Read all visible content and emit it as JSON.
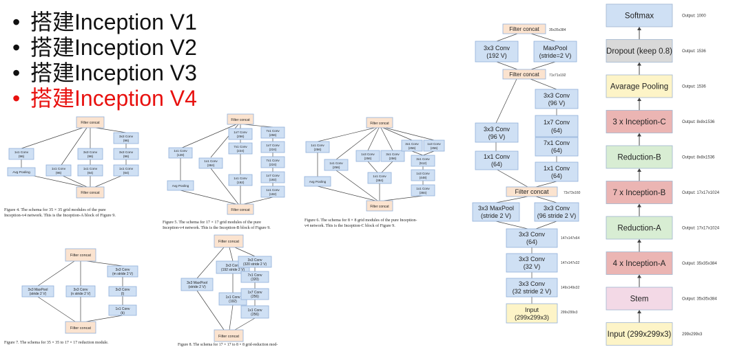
{
  "bullets": [
    {
      "text": "搭建Inception V1",
      "active": false
    },
    {
      "text": "搭建Inception V2",
      "active": false
    },
    {
      "text": "搭建Inception V3",
      "active": false
    },
    {
      "text": "搭建Inception V4",
      "active": true
    }
  ],
  "fig4": {
    "filter_concat_top": "Filter concat",
    "conv1x1_96": [
      "1x1 Conv",
      "(96)"
    ],
    "avg_pool": "Avg Pooling",
    "conv1x1_96b": [
      "1x1 Conv",
      "(96)"
    ],
    "conv3x3_96": [
      "3x3 Conv",
      "(96)"
    ],
    "conv1x1_64a": [
      "1x1 Conv",
      "(64)"
    ],
    "conv3x3_96c": [
      "3x3 Conv",
      "(96)"
    ],
    "conv3x3_96d": [
      "3x3 Conv",
      "(96)"
    ],
    "conv1x1_64b": [
      "1x1 Conv",
      "(64)"
    ],
    "filter_concat_bottom": "Filter concat",
    "caption": [
      "Figure 4. The schema for 35 × 35 grid modules of the pure",
      "Inception-v4 network. This is the Inception-A block of Figure 9."
    ]
  },
  "fig5": {
    "filter_concat_top": "Filter concat",
    "c1": [
      "1x1 Conv",
      "(128)"
    ],
    "avg": "Avg Pooling",
    "c2": [
      "1x1 Conv",
      "(384)"
    ],
    "c3a": [
      "1x7 Conv",
      "(256)"
    ],
    "c3b": [
      "7x1 Conv",
      "(224)"
    ],
    "c3c": [
      "1x1 Conv",
      "(192)"
    ],
    "c4a": [
      "7x1 Conv",
      "(256)"
    ],
    "c4b": [
      "1x7 Conv",
      "(224)"
    ],
    "c4c": [
      "7x1 Conv",
      "(224)"
    ],
    "c4d": [
      "1x7 Conv",
      "(192)"
    ],
    "c4e": [
      "1x1 Conv",
      "(192)"
    ],
    "filter_concat_bottom": "Filter concat",
    "caption": [
      "Figure 5. The schema for 17 × 17 grid modules of the pure",
      "Inception-v4 network. This is the Inception-B block of Figure 9."
    ]
  },
  "fig6": {
    "filter_concat_top": "Filter concat",
    "c1": [
      "1x1 Conv",
      "(256)"
    ],
    "avg": "Avg Pooling",
    "c2": [
      "1x1 Conv",
      "(256)"
    ],
    "c3a": [
      "1x3 Conv",
      "(256)"
    ],
    "c3b": [
      "3x1 Conv",
      "(256)"
    ],
    "c3c": [
      "1x1 Conv",
      "(384)"
    ],
    "c4a": [
      "3x1 Conv",
      "(256)"
    ],
    "c4b": [
      "1x3 Conv",
      "(256)"
    ],
    "c4c": [
      "3x1 Conv",
      "(512)"
    ],
    "c4d": [
      "1x3 Conv",
      "(448)"
    ],
    "c4e": [
      "1x1 Conv",
      "(384)"
    ],
    "filter_concat_bottom": "Filter concat",
    "caption": [
      "Figure 6. The schema for 8 × 8 grid modules of the pure Inception-",
      "v4 network. This is the Inception-C block of Figure 9."
    ]
  },
  "fig7": {
    "filter_concat_top": "Filter concat",
    "maxpool": [
      "3x3 MaxPool",
      "(stride 2 V)"
    ],
    "conv_n": [
      "3x3 Conv",
      "(n stride 2 V)"
    ],
    "conv_m": [
      "3x3 Conv",
      "(m stride 2 V)"
    ],
    "conv_l": [
      "3x3 Conv",
      "(l)"
    ],
    "conv_k": [
      "1x1 Conv",
      "(k)"
    ],
    "filter_concat_bottom": "Filter concat",
    "caption": "Figure 7. The schema for 35 × 35 to 17 × 17 reduction module."
  },
  "fig8": {
    "filter_concat_top": "Filter concat",
    "maxpool": [
      "3x3 MaxPool",
      "(stride 2 V)"
    ],
    "c2a": [
      "3x3 Conv",
      "(192 stride 2 V)"
    ],
    "c2b": [
      "1x1 Conv",
      "(192)"
    ],
    "c3a": [
      "3x3 Conv",
      "(320 stride 2 V)"
    ],
    "c3b": [
      "7x1 Conv",
      "(320)"
    ],
    "c3c": [
      "1x7 Conv",
      "(256)"
    ],
    "c3d": [
      "1x1 Conv",
      "(256)"
    ],
    "filter_concat_bottom": "Filter concat",
    "caption": "Figure 8. The schema for 17 × 17 to 8 × 8 grid-reduction mod-"
  },
  "stem": {
    "fc1": "Filter concat",
    "fc1_size": "35x35x384",
    "c_192v": [
      "3x3 Conv",
      "(192 V)"
    ],
    "maxpool_s2": [
      "MaxPool",
      "(stride=2 V)"
    ],
    "fc2": "Filter concat",
    "fc2_size": "71x71x192",
    "l_3x3_96v": [
      "3x3 Conv",
      "(96 V)"
    ],
    "l_1x1_64": [
      "1x1 Conv",
      "(64)"
    ],
    "r_3x3_96v": [
      "3x3 Conv",
      "(96 V)"
    ],
    "r_1x7_64": [
      "1x7 Conv",
      "(64)"
    ],
    "r_7x1_64": [
      "7x1 Conv",
      "(64)"
    ],
    "r_1x1_64": [
      "1x1 Conv",
      "(64)"
    ],
    "fc3": "Filter concat",
    "fc3_size": "73x73x160",
    "maxpool_s2v": [
      "3x3 MaxPool",
      "(stride 2 V)"
    ],
    "conv_96_s2v": [
      "3x3 Conv",
      "(96 stride 2 V)"
    ],
    "c64": [
      "3x3 Conv",
      "(64)"
    ],
    "c64_size": "147x147x64",
    "c32v": [
      "3x3 Conv",
      "(32 V)"
    ],
    "c32v_size": "147x147x32",
    "c32s2": [
      "3x3 Conv",
      "(32 stride 2 V)"
    ],
    "c32s2_size": "149x149x32",
    "input": [
      "Input",
      "(299x299x3)"
    ],
    "input_size": "299x299x3"
  },
  "overall": {
    "blocks": [
      {
        "label": "Softmax",
        "output": "Output: 1000",
        "color": "#cfe0f4"
      },
      {
        "label": "Dropout (keep 0.8)",
        "output": "Output: 1536",
        "color": "#d9d9d9"
      },
      {
        "label": "Avarage Pooling",
        "output": "Output: 1536",
        "color": "#fdf4c7"
      },
      {
        "label": "3 x Inception-C",
        "output": "Output: 8x8x1536",
        "color": "#ebb5b3"
      },
      {
        "label": "Reduction-B",
        "output": "Output: 8x8x1536",
        "color": "#d8edd3"
      },
      {
        "label": "7 x Inception-B",
        "output": "Output: 17x17x1024",
        "color": "#ebb5b3"
      },
      {
        "label": "Reduction-A",
        "output": "Output: 17x17x1024",
        "color": "#d8edd3"
      },
      {
        "label": "4 x Inception-A",
        "output": "Output: 35x35x384",
        "color": "#ebb5b3"
      },
      {
        "label": "Stem",
        "output": "Output: 35x35x384",
        "color": "#f3d9e6"
      },
      {
        "label": "Input (299x299x3)",
        "output": "299x299x3",
        "color": "#fdf4c7"
      }
    ]
  }
}
